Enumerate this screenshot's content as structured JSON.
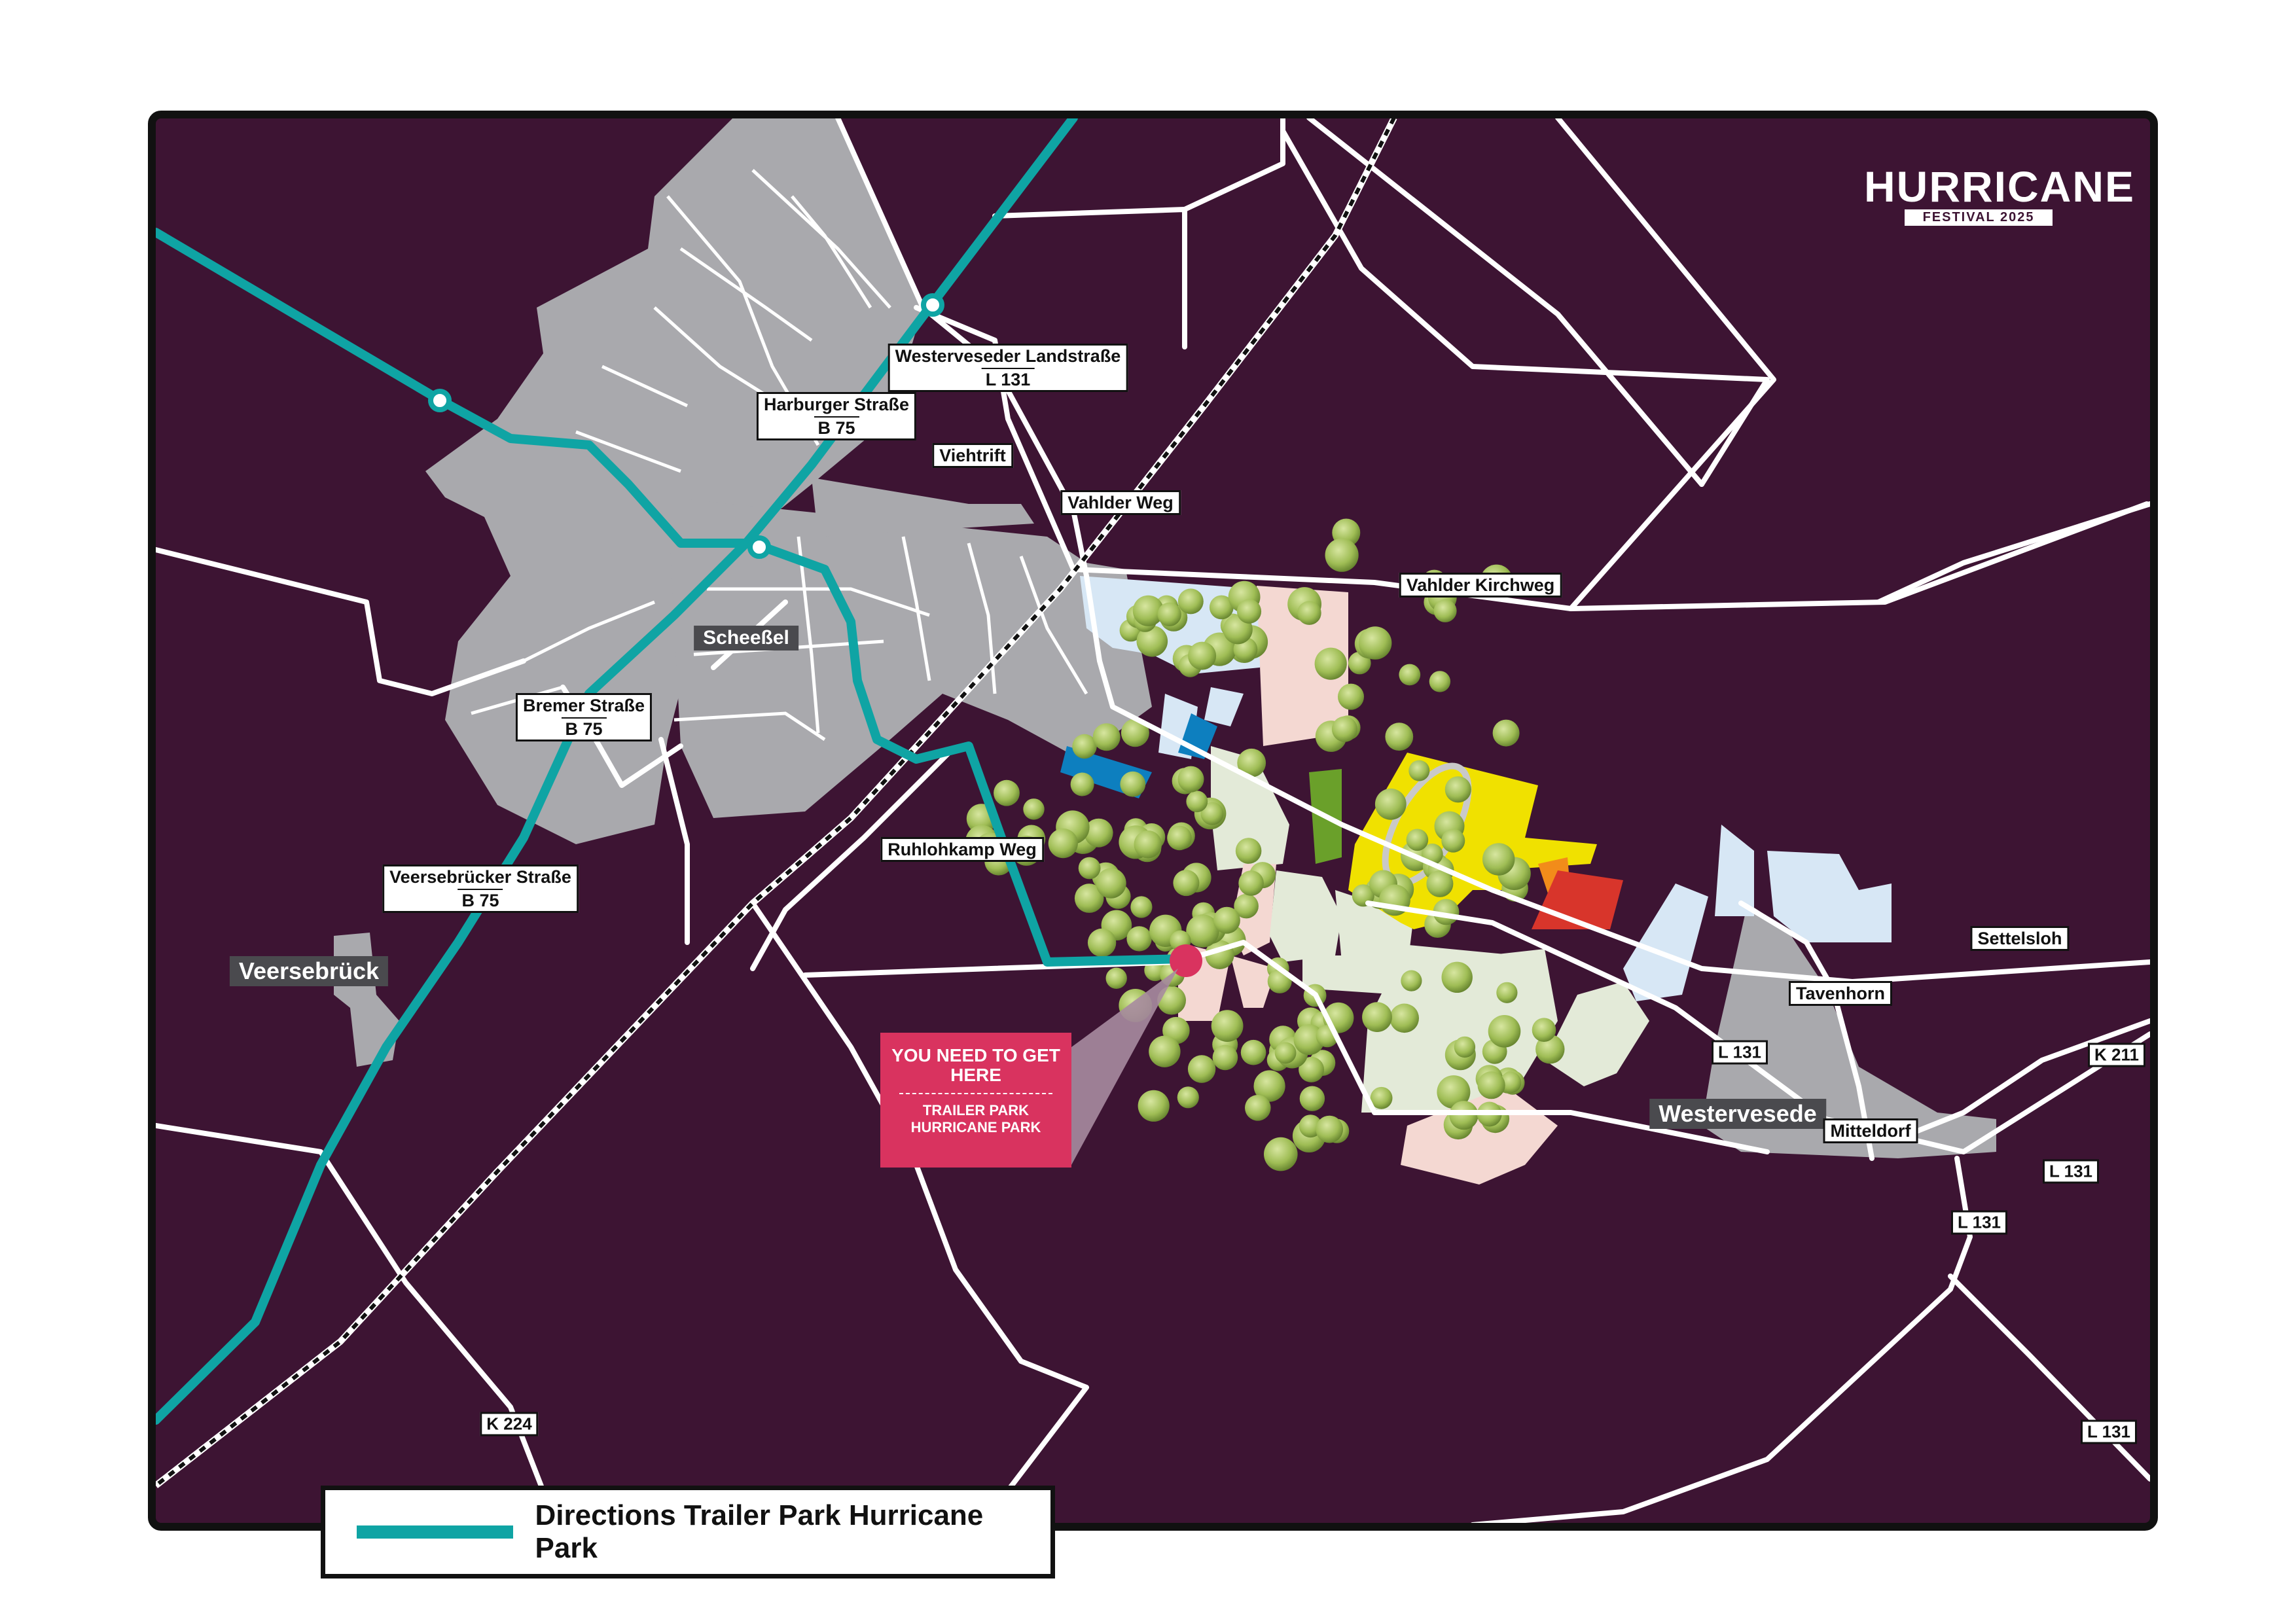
{
  "logo": {
    "brand": "HURRICANE",
    "subtitle": "FESTIVAL 2025"
  },
  "colors": {
    "background": "#3d1433",
    "road": "#ffffff",
    "town": "#a9a9ad",
    "route": "#0fa4a4",
    "railway": "#ffffff",
    "trees": "#8fb04a",
    "festival_yellow": "#f0e100",
    "festival_red": "#d8352b",
    "festival_orange": "#f28c1a",
    "festival_green": "#6aa02a",
    "festival_blue": "#0d7fbf",
    "light_blue": "#d7e7f5",
    "light_pink": "#f4d8d2",
    "light_green": "#e3ead8",
    "callout": "#d9335f"
  },
  "towns": {
    "scheessel": "Scheeßel",
    "veersebrueck": "Veersebrück",
    "westervesede": "Westervesede"
  },
  "streets": {
    "westerveseder": {
      "name": "Westerveseder Landstraße",
      "code": "L 131"
    },
    "harburger": {
      "name": "Harburger Straße",
      "code": "B 75"
    },
    "viehtrift": {
      "name": "Viehtrift"
    },
    "vahlder_weg": {
      "name": "Vahlder Weg"
    },
    "vahlder_kirchweg": {
      "name": "Vahlder Kirchweg"
    },
    "bremer": {
      "name": "Bremer Straße",
      "code": "B 75"
    },
    "ruhlohkamp": {
      "name": "Ruhlohkamp Weg"
    },
    "veersebruecker": {
      "name": "Veersebrücker Straße",
      "code": "B 75"
    },
    "settelsloh": {
      "name": "Settelsloh"
    },
    "tavenhorn": {
      "name": "Tavenhorn"
    },
    "mitteldorf": {
      "name": "Mitteldorf"
    }
  },
  "road_tags": {
    "l131_a": "L 131",
    "l131_b": "L 131",
    "l131_c": "L 131",
    "l131_d": "L 131",
    "k211": "K 211",
    "k224": "K 224"
  },
  "callout": {
    "title": "YOU NEED TO GET HERE",
    "subtitle_line1": "TRAILER PARK",
    "subtitle_line2": "HURRICANE PARK"
  },
  "legend": {
    "label": "Directions Trailer Park Hurricane Park"
  }
}
